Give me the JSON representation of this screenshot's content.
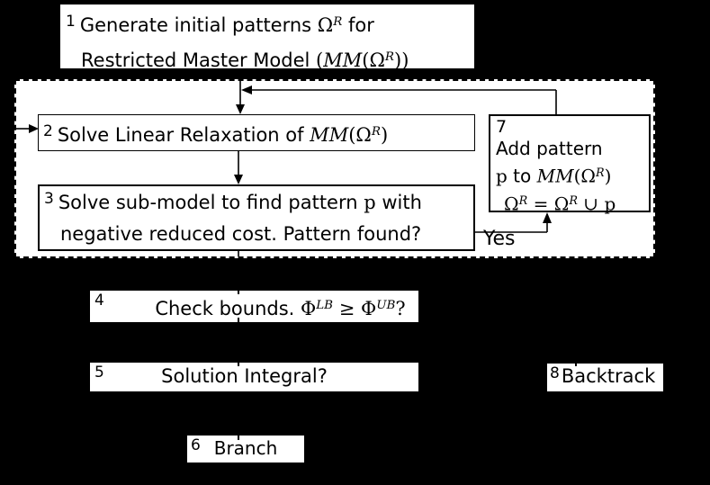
{
  "figure": {
    "type": "flowchart",
    "colors": {
      "background": "#000000",
      "node_fill": "#ffffff",
      "stroke": "#000000"
    },
    "nodes": {
      "n1": {
        "num": "1",
        "lines": [
          [
            {
              "t": "Generate initial patterns "
            },
            {
              "t": "Ω",
              "s": "m"
            },
            {
              "t": "R",
              "s": "ms"
            },
            {
              "t": " for"
            }
          ],
          [
            {
              "t": "Restricted Master Model "
            },
            {
              "t": "(",
              "s": "m"
            },
            {
              "t": "MM",
              "s": "mi"
            },
            {
              "t": "(Ω",
              "s": "m"
            },
            {
              "t": "R",
              "s": "ms"
            },
            {
              "t": "))",
              "s": "m"
            }
          ]
        ]
      },
      "n2": {
        "num": "2",
        "lines": [
          [
            {
              "t": "Solve Linear Relaxation of "
            },
            {
              "t": "MM",
              "s": "mi"
            },
            {
              "t": "(Ω",
              "s": "m"
            },
            {
              "t": "R",
              "s": "ms"
            },
            {
              "t": ")",
              "s": "m"
            }
          ]
        ]
      },
      "n3": {
        "num": "3",
        "lines": [
          [
            {
              "t": "Solve sub-model to find pattern "
            },
            {
              "t": "p",
              "s": "m"
            },
            {
              "t": " with"
            }
          ],
          [
            {
              "t": "negative reduced cost. Pattern found?"
            }
          ]
        ]
      },
      "n4": {
        "num": "4",
        "lines": [
          [
            {
              "t": "Check bounds. "
            },
            {
              "t": "Φ",
              "s": "m"
            },
            {
              "t": "LB",
              "s": "ms"
            },
            {
              "t": " ≥ ",
              "s": "m"
            },
            {
              "t": "Φ",
              "s": "m"
            },
            {
              "t": "UB",
              "s": "ms"
            },
            {
              "t": "?",
              "s": "m"
            }
          ]
        ]
      },
      "n5": {
        "num": "5",
        "lines": [
          [
            {
              "t": "Solution Integral?"
            }
          ]
        ]
      },
      "n6": {
        "num": "6",
        "lines": [
          [
            {
              "t": "Branch"
            }
          ]
        ]
      },
      "n7": {
        "num": "7",
        "lines": [
          [
            {
              "t": "Add pattern"
            }
          ],
          [
            {
              "t": "p",
              "s": "m"
            },
            {
              "t": " to "
            },
            {
              "t": "MM",
              "s": "mi"
            },
            {
              "t": "(Ω",
              "s": "m"
            },
            {
              "t": "R",
              "s": "ms"
            },
            {
              "t": ")",
              "s": "m"
            }
          ],
          [
            {
              "t": "Ω",
              "s": "m"
            },
            {
              "t": "R",
              "s": "ms"
            },
            {
              "t": " = ",
              "s": "m"
            },
            {
              "t": "Ω",
              "s": "m"
            },
            {
              "t": "R",
              "s": "ms"
            },
            {
              "t": " ∪ ",
              "s": "m"
            },
            {
              "t": "p",
              "s": "m"
            }
          ]
        ]
      },
      "n8": {
        "num": "8",
        "lines": [
          [
            {
              "t": "Backtrack"
            }
          ]
        ]
      }
    },
    "edge_labels": {
      "pattern_found": "Yes"
    }
  }
}
